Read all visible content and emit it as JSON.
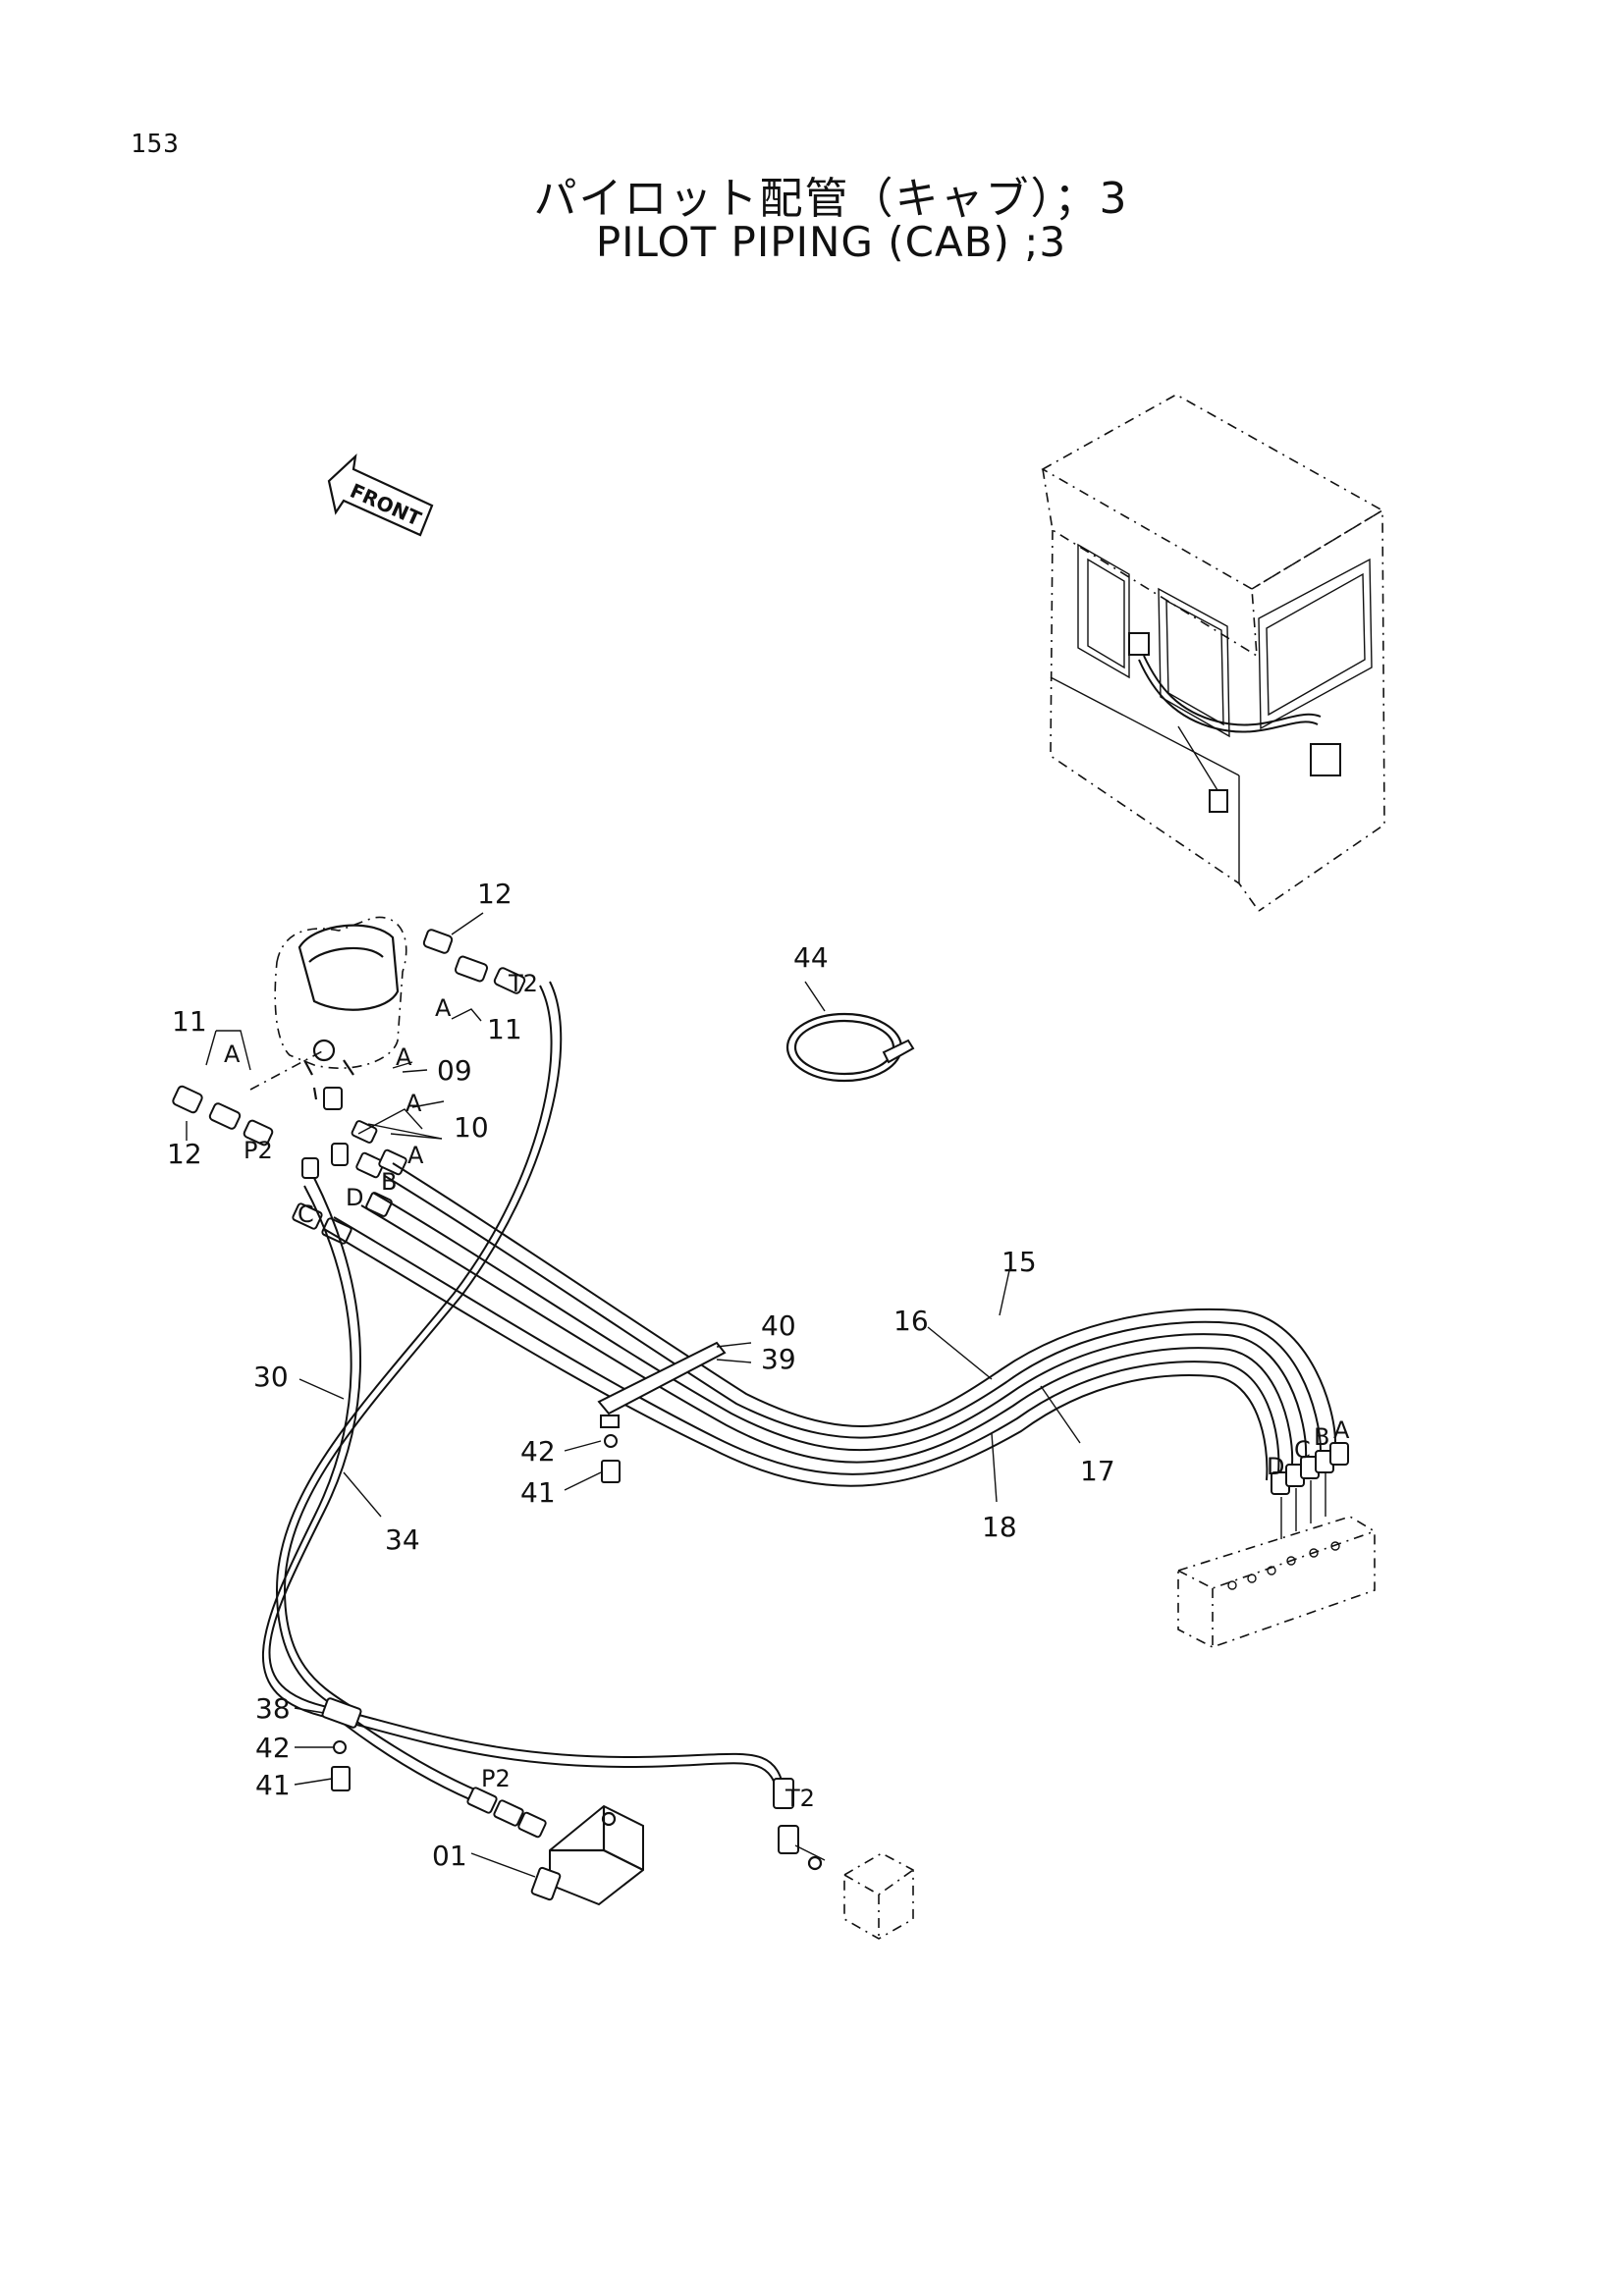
{
  "page": {
    "number": "153"
  },
  "title": {
    "japanese": "パイロット配管（キャブ）；3",
    "english": "PILOT PIPING (CAB) ;3"
  },
  "front_marker": {
    "label": "FRONT"
  },
  "callouts": {
    "c01": "01",
    "c09": "09",
    "c10": "10",
    "c11a": "11",
    "c11b": "11",
    "c12a": "12",
    "c12b": "12",
    "c15": "15",
    "c16": "16",
    "c17": "17",
    "c18": "18",
    "c30": "30",
    "c34": "34",
    "c38": "38",
    "c39": "39",
    "c40": "40",
    "c41a": "41",
    "c41b": "41",
    "c42a": "42",
    "c42b": "42",
    "c44": "44"
  },
  "port_labels": {
    "A1": "A",
    "A2": "A",
    "A3": "A",
    "A4": "A",
    "A5": "A",
    "A6": "A",
    "B1": "B",
    "B2": "B",
    "C1": "C",
    "C2": "C",
    "D1": "D",
    "D2": "D",
    "P2a": "P2",
    "P2b": "P2",
    "T2a": "T2",
    "T2b": "T2"
  }
}
